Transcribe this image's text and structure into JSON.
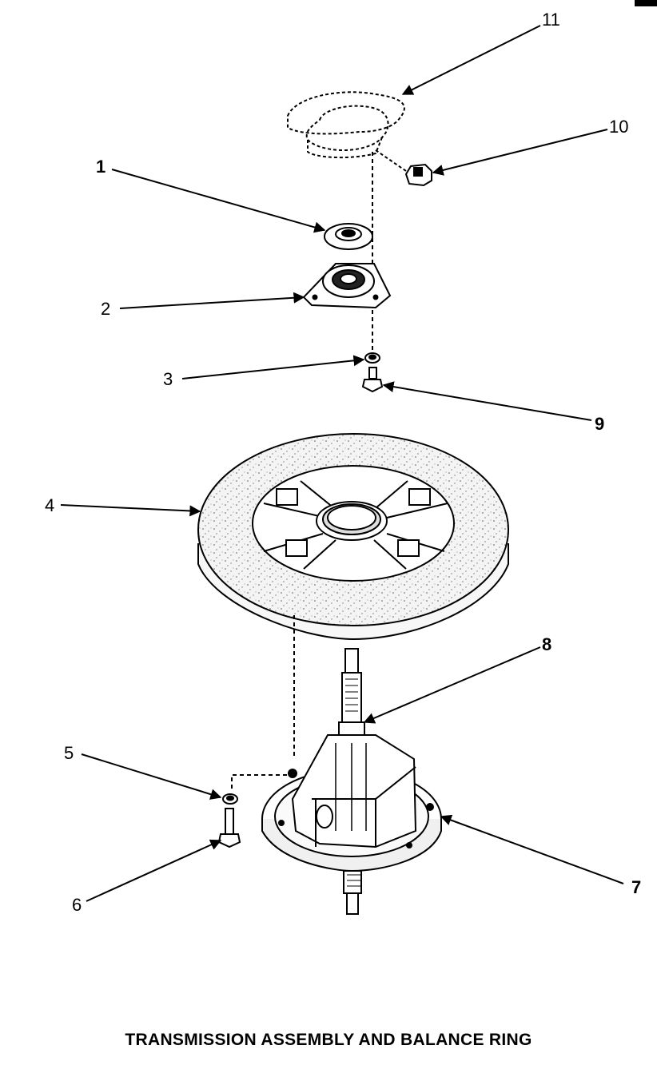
{
  "caption": "TRANSMISSION ASSEMBLY AND BALANCE RING",
  "callouts": {
    "c1": "1",
    "c2": "2",
    "c3": "3",
    "c4": "4",
    "c5": "5",
    "c6": "6",
    "c7": "7",
    "c8": "8",
    "c9": "9",
    "c10": "10",
    "c11": "11"
  },
  "colors": {
    "ink": "#000000",
    "paper": "#ffffff",
    "ring_fill": "#f2f2f2"
  }
}
